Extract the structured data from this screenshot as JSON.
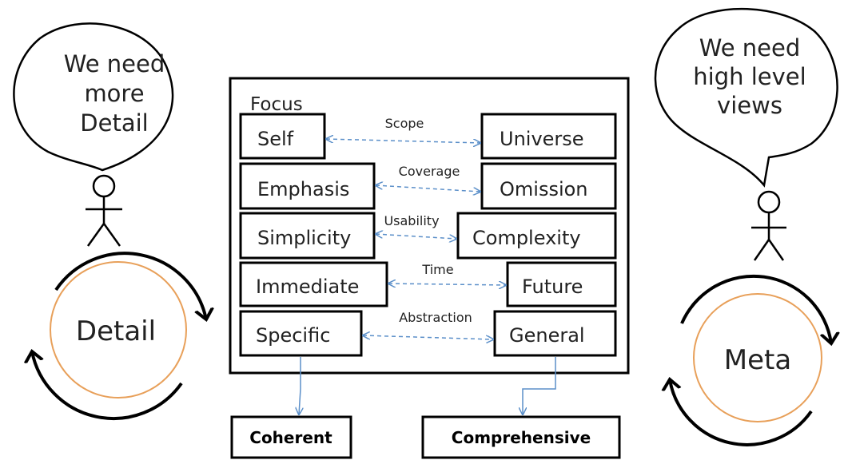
{
  "focus_label": "Focus",
  "pairs": [
    {
      "left": "Self",
      "right": "Universe",
      "relation": "Scope"
    },
    {
      "left": "Emphasis",
      "right": "Omission",
      "relation": "Coverage"
    },
    {
      "left": "Simplicity",
      "right": "Complexity",
      "relation": "Usability"
    },
    {
      "left": "Immediate",
      "right": "Future",
      "relation": "Time"
    },
    {
      "left": "Specific",
      "right": "General",
      "relation": "Abstraction"
    }
  ],
  "outcomes": {
    "left": "Coherent",
    "right": "Comprehensive"
  },
  "left_speech": [
    "We need",
    "more",
    "Detail"
  ],
  "right_speech": [
    "We need",
    "high level",
    "views"
  ],
  "left_cycle": "Detail",
  "right_cycle": "Meta",
  "colors": {
    "arrow": "#5b8fc9",
    "cycle_ring": "#e8a05a",
    "outline": "#000000"
  }
}
